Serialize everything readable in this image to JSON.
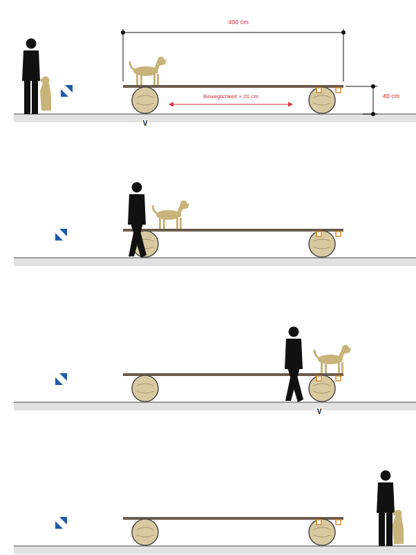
{
  "diagram": {
    "labels": [
      "400 cm",
      "Beweglichkeit + 20 cm",
      "40 cm",
      "V",
      "V"
    ]
  }
}
